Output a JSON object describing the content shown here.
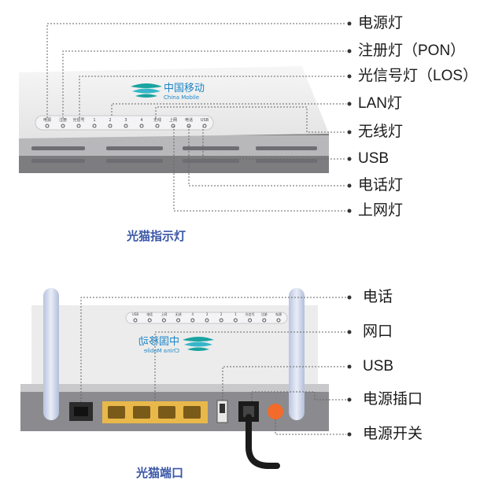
{
  "top_labels": [
    "电源灯",
    "注册灯（PON）",
    "光信号灯（LOS）",
    "LAN灯",
    "无线灯",
    "USB",
    "电话灯",
    "上网灯"
  ],
  "top_caption": "光猫指示灯",
  "bottom_labels": [
    "电话",
    "网口",
    "USB",
    "电源插口",
    "电源开关"
  ],
  "bottom_caption": "光猫端口",
  "brand": {
    "cn": "中国移动",
    "en": "China Mobile"
  },
  "front_panel_labels": [
    "电源",
    "注册",
    "光信号",
    "1",
    "2",
    "3",
    "4",
    "无线",
    "上网",
    "电话",
    "USB"
  ],
  "back_panel_labels": [
    "USB",
    "电话",
    "上网",
    "无线",
    "4",
    "3",
    "2",
    "1",
    "光信号",
    "注册",
    "电源"
  ],
  "colors": {
    "accent": "#3a57a8",
    "port": "#e8b84a",
    "power_switch": "#f26b2a",
    "logo": "#1aa3a0"
  }
}
